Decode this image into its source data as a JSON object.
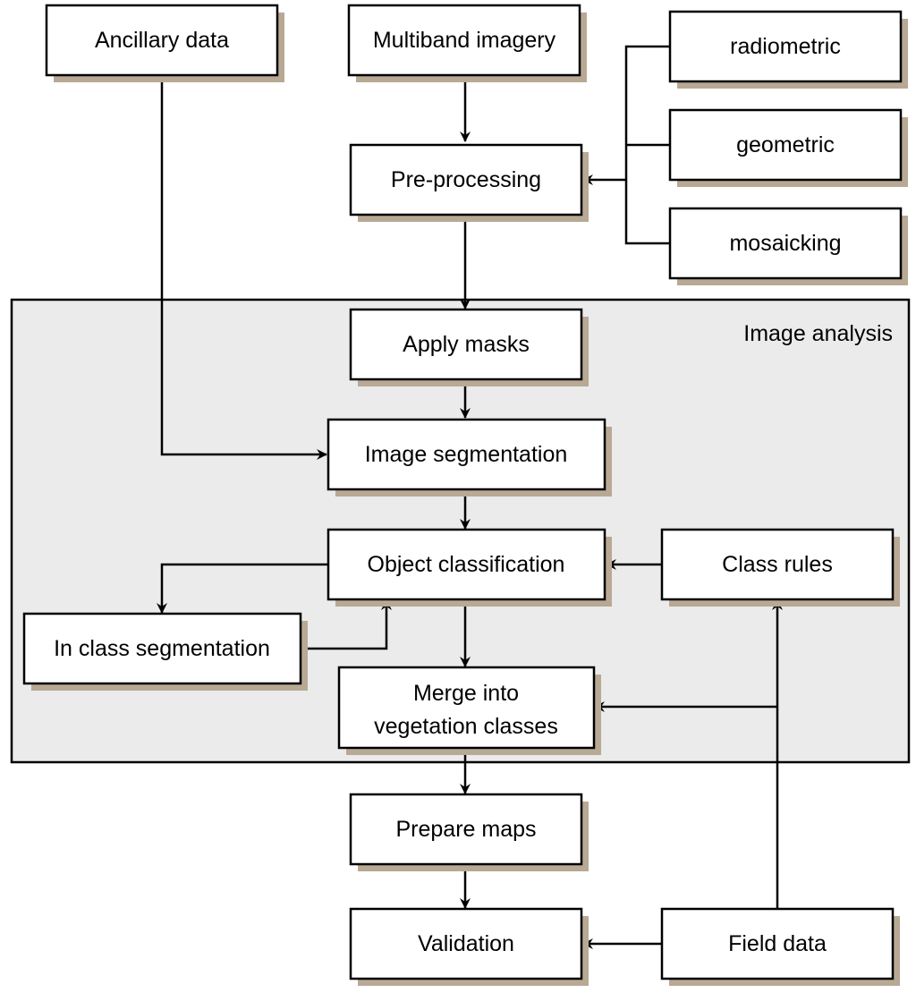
{
  "group": {
    "label": "Image analysis"
  },
  "nodes": {
    "ancillary": "Ancillary data",
    "multiband": "Multiband imagery",
    "radiometric": "radiometric",
    "geometric": "geometric",
    "mosaicking": "mosaicking",
    "preprocessing": "Pre-processing",
    "apply_masks": "Apply masks",
    "image_segmentation": "Image segmentation",
    "object_classification": "Object classification",
    "class_rules": "Class rules",
    "in_class_segmentation": "In class segmentation",
    "merge_line1": "Merge into",
    "merge_line2": "vegetation classes",
    "prepare_maps": "Prepare maps",
    "validation": "Validation",
    "field_data": "Field data"
  },
  "colors": {
    "shadow": "#b8a995",
    "group_fill": "#ebebeb",
    "stroke": "#000000",
    "box_fill": "#ffffff"
  }
}
